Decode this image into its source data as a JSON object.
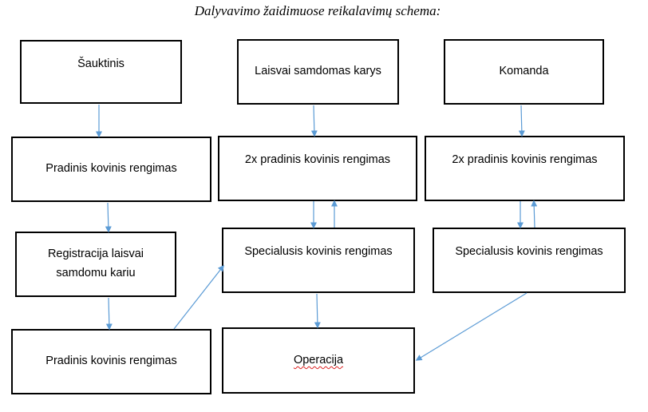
{
  "title": "Dalyvavimo žaidimuose reikalavimų schema:",
  "colors": {
    "arrow": "#5b9bd5",
    "spellcheck": "#dd2222"
  },
  "boxes": {
    "sauktinis": "Šauktinis",
    "laisvai_samdomas": "Laisvai samdomas karys",
    "komanda": "Komanda",
    "pradinis_1": "Pradinis kovinis rengimas",
    "dvigubas_pradinis_1": "2x pradinis kovinis rengimas",
    "dvigubas_pradinis_2": "2x pradinis kovinis rengimas",
    "registracija_line1": "Registracija laisvai",
    "registracija_line2": "samdomu kariu",
    "specialusis_1": "Specialusis kovinis rengimas",
    "specialusis_2": "Specialusis kovinis rengimas",
    "pradinis_2": "Pradinis kovinis rengimas",
    "operacija": "Operacija"
  }
}
